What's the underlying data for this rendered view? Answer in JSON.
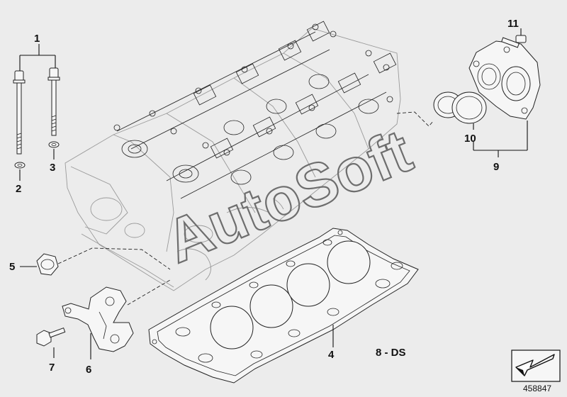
{
  "watermark": "AutoSoft",
  "labels": {
    "n1": "1",
    "n2": "2",
    "n3": "3",
    "n4": "4",
    "n5": "5",
    "n6": "6",
    "n7": "7",
    "n8": "8 - DS",
    "n9": "9",
    "n10": "10",
    "n11": "11"
  },
  "diagram_id": "458847",
  "icons": {
    "nav": "arrow-down-left-icon"
  }
}
